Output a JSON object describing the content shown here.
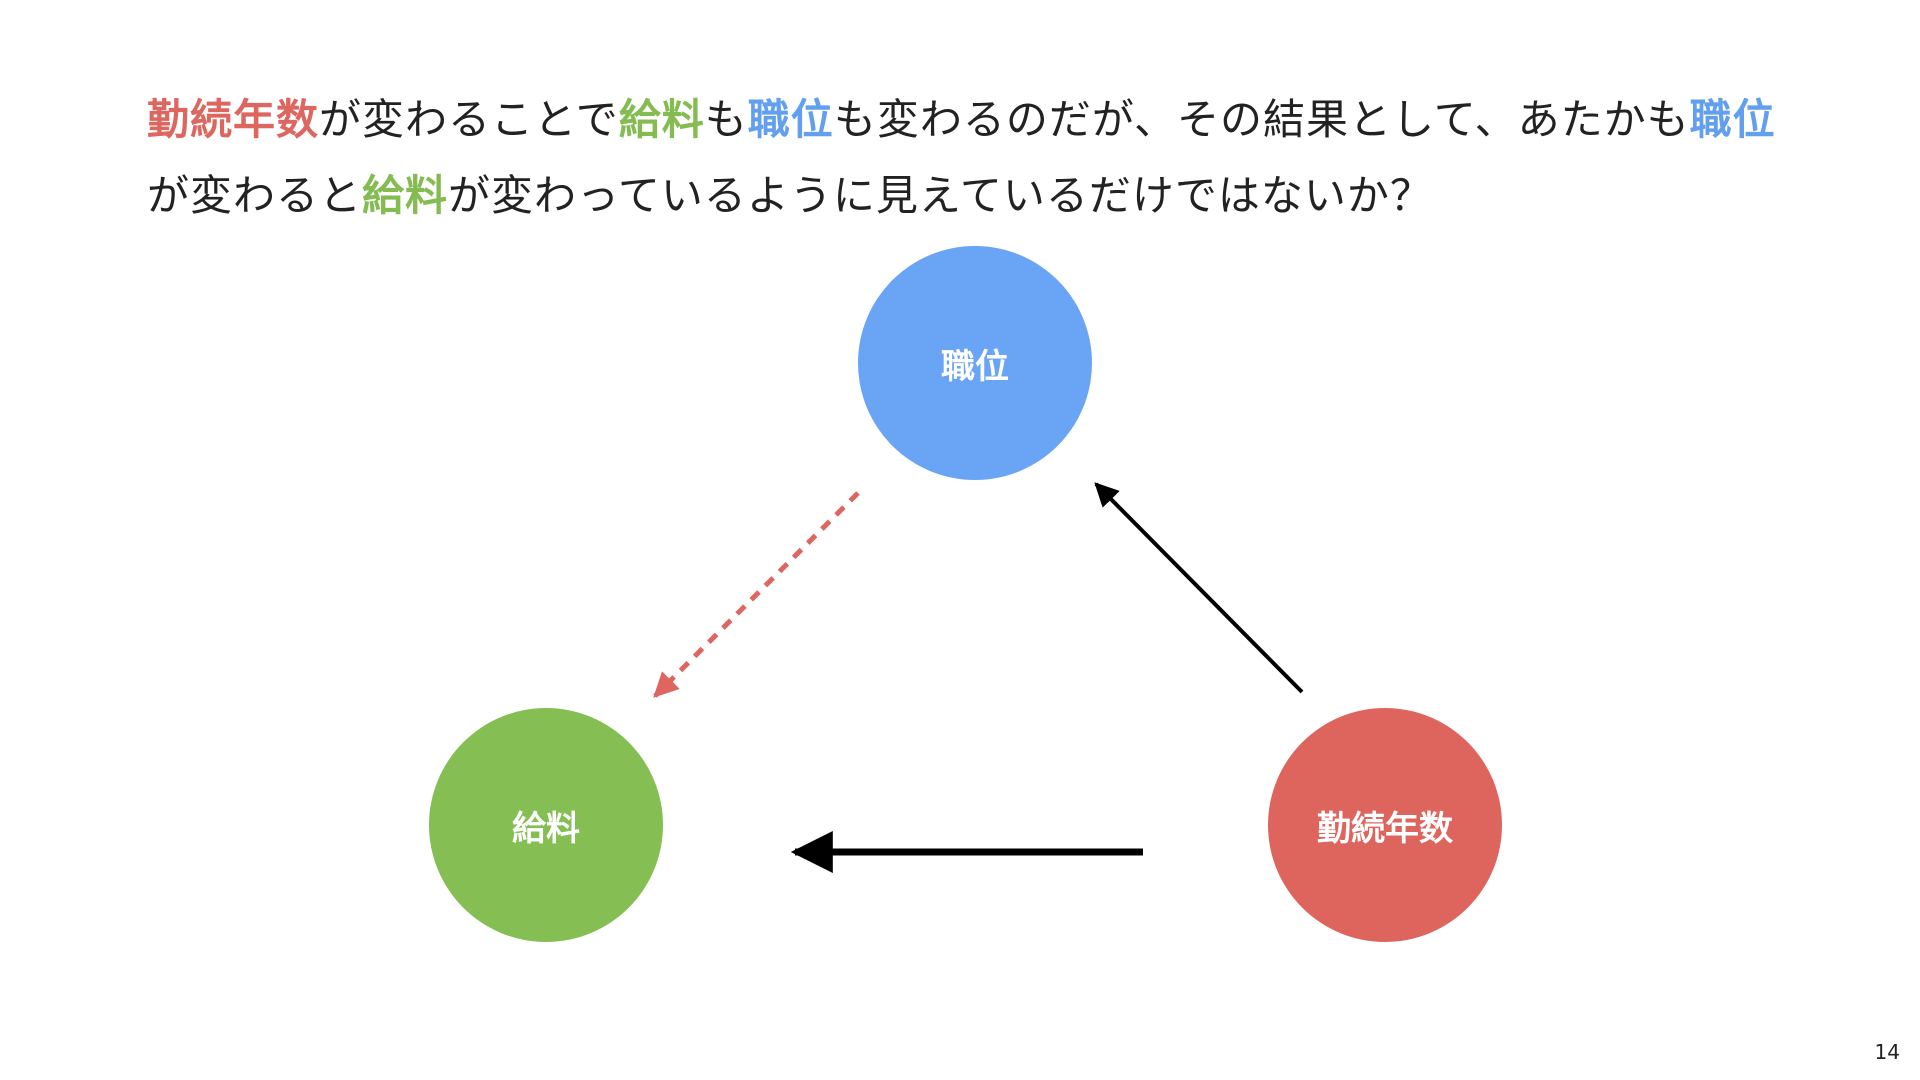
{
  "caption": {
    "line1": [
      {
        "text": "勤続年数",
        "style": "red"
      },
      {
        "text": "が変わることで",
        "style": "plain"
      },
      {
        "text": "給料",
        "style": "green"
      },
      {
        "text": "も",
        "style": "plain"
      },
      {
        "text": "職位",
        "style": "blue"
      },
      {
        "text": "も変わるのだが、その結果として、あたかも",
        "style": "plain"
      },
      {
        "text": "職位",
        "style": "blue"
      }
    ],
    "line2": [
      {
        "text": "が変わると",
        "style": "plain"
      },
      {
        "text": "給料",
        "style": "green"
      },
      {
        "text": "が変わっているように見えているだけではないか？",
        "style": "plain"
      }
    ]
  },
  "nodes": {
    "position": {
      "label": "職位",
      "color": "#69a5f4"
    },
    "salary": {
      "label": "給料",
      "color": "#85bf54"
    },
    "tenure": {
      "label": "勤続年数",
      "color": "#de655e"
    }
  },
  "edges": [
    {
      "from": "tenure",
      "to": "position",
      "style": "solid",
      "color": "#000000"
    },
    {
      "from": "tenure",
      "to": "salary",
      "style": "solid",
      "color": "#000000"
    },
    {
      "from": "position",
      "to": "salary",
      "style": "dashed",
      "color": "#de6660"
    }
  ],
  "page_number": "14"
}
